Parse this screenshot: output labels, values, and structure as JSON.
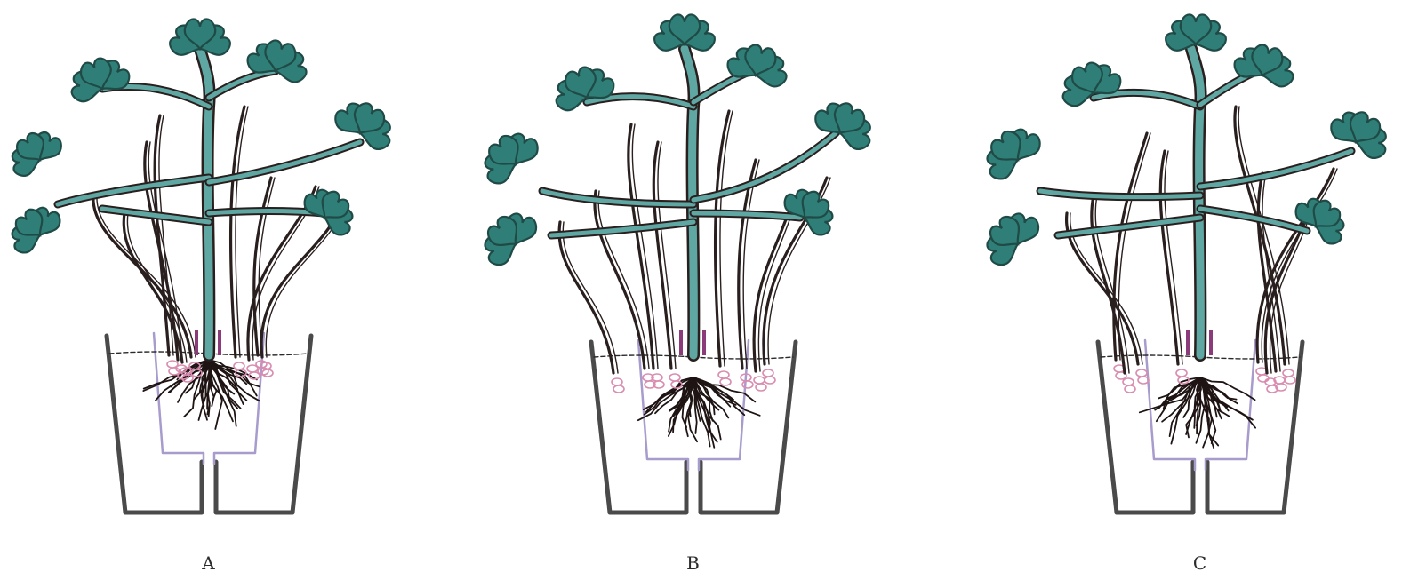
{
  "panels": [
    {
      "label": "A"
    },
    {
      "label": "B"
    },
    {
      "label": "C"
    }
  ],
  "colors": {
    "leaf": "#2f7f78",
    "leaf_edge": "#1f4a46",
    "stem": "#5fa7a2",
    "stolon": "#2a1f1f",
    "root": "#1f1414",
    "pot": "#4a4a4a",
    "inner_pot": "#a89ccc",
    "soil_line": "#2a2a2a",
    "nodule": "#d98cb0",
    "peg": "#8b3a7a"
  },
  "icons": [
    "plant-icon",
    "trifoliate-leaf-icon",
    "pot-icon",
    "root-system-icon"
  ]
}
